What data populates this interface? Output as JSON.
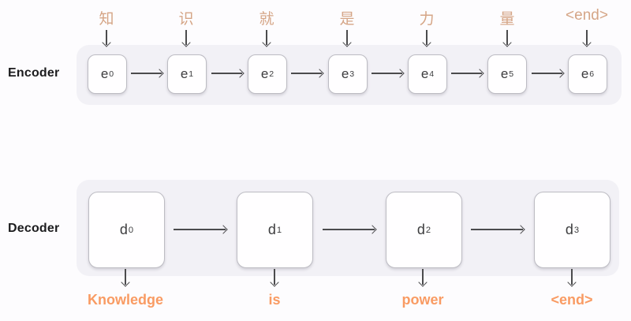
{
  "encoder": {
    "section_label": "Encoder",
    "input_tokens": [
      "知",
      "识",
      "就",
      "是",
      "力",
      "量",
      "<end>"
    ],
    "cells": [
      {
        "base": "e",
        "sub": "0"
      },
      {
        "base": "e",
        "sub": "1"
      },
      {
        "base": "e",
        "sub": "2"
      },
      {
        "base": "e",
        "sub": "3"
      },
      {
        "base": "e",
        "sub": "4"
      },
      {
        "base": "e",
        "sub": "5"
      },
      {
        "base": "e",
        "sub": "6"
      }
    ]
  },
  "decoder": {
    "section_label": "Decoder",
    "cells": [
      {
        "base": "d",
        "sub": "0"
      },
      {
        "base": "d",
        "sub": "1"
      },
      {
        "base": "d",
        "sub": "2"
      },
      {
        "base": "d",
        "sub": "3"
      }
    ],
    "output_tokens": [
      "Knowledge",
      "is",
      "power",
      "<end>"
    ]
  },
  "colors": {
    "input_token": "#d5a586",
    "output_token": "#f99b63",
    "panel_bg": "#f2f1f6",
    "arrow": "#4b4b4d",
    "cell_bg": "#fffeff",
    "cell_border": "#bdbcc3",
    "cell_text": "#3c3c3e",
    "section_label_text": "#1c1c1e",
    "page_bg": "#fdfcfe"
  }
}
